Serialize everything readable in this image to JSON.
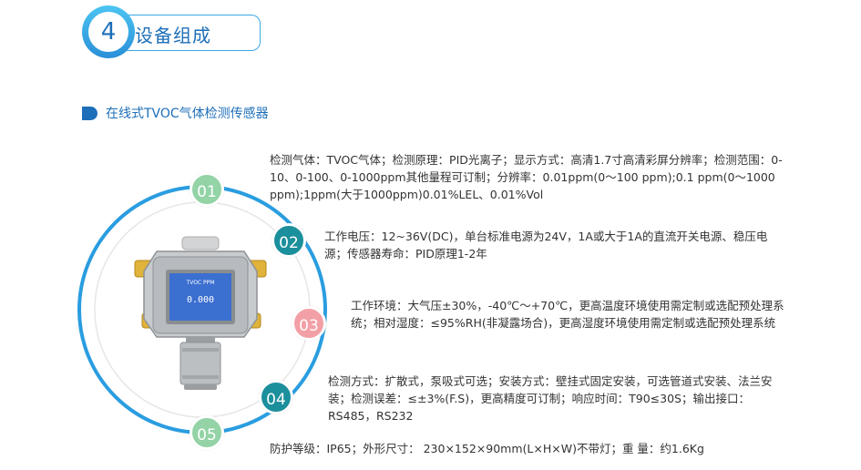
{
  "header": {
    "number": "4",
    "title": "设备组成"
  },
  "section": {
    "title": "在线式TVOC气体检测传感器"
  },
  "device": {
    "screen_top": "TVOC  PPM",
    "screen_value": "0.000"
  },
  "items": [
    {
      "number": "01",
      "text": "检测气体：TVOC气体；检测原理：PID光离子；显示方式：高清1.7寸高清彩屏分辨率；检测范围：0-10、0-100、0-1000ppm其他量程可订制；分辨率：0.01ppm(0～100 ppm);0.1 ppm(0～1000 ppm);1ppm(大于1000ppm)0.01%LEL、0.01%Vol"
    },
    {
      "number": "02",
      "text": "工作电压：12~36V(DC)，单台标准电源为24V，1A或大于1A的直流开关电源、稳压电源；传感器寿命：PID原理1-2年"
    },
    {
      "number": "03",
      "text": "工作环境：大气压±30%，-40℃～+70℃，更高温度环境使用需定制或选配预处理系统；相对湿度：≤95%RH(非凝露场合)，更高湿度环境使用需定制或选配预处理系统"
    },
    {
      "number": "04",
      "text": "检测方式：扩散式，泵吸式可选；安装方式：壁挂式固定安装，可选管道式安装、法兰安装；检测误差：≤±3%(F.S)，更高精度可订制；响应时间：T90≤30S；输出接口：RS485，RS232"
    },
    {
      "number": "05",
      "text": "防护等级：IP65；外形尺寸：  230×152×90mm(L×H×W)不带灯；重 量：约1.6Kg"
    }
  ],
  "colors": {
    "primary": "#1e6fb9",
    "accent": "#39a8e4",
    "teal": "#1c8f9c",
    "green": "#93d3a6",
    "pink": "#f2a0a6"
  }
}
